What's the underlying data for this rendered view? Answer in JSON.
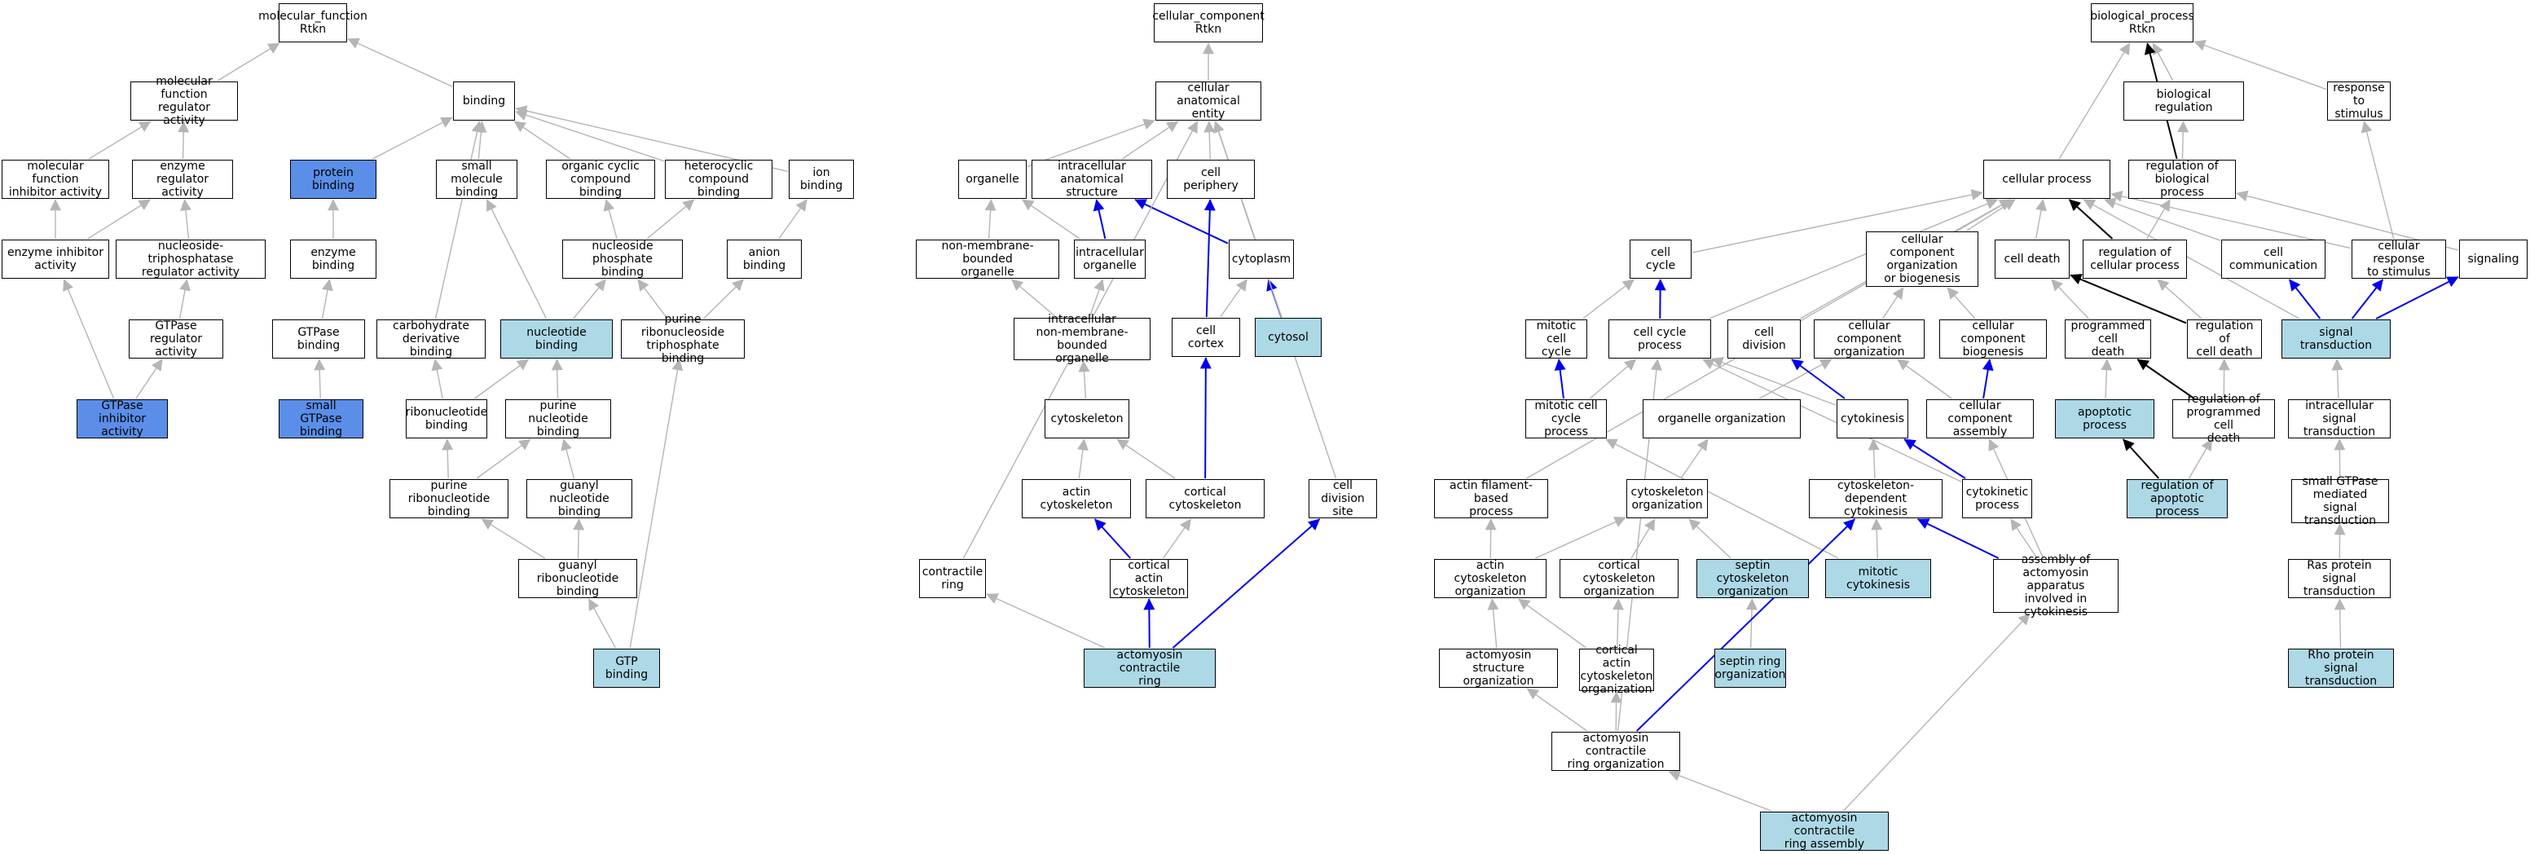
{
  "colors": {
    "default_fill": "#ffffff",
    "highlight_light": "#add8e6",
    "highlight_strong": "#5b8ee8",
    "edge_gray": "#b5b5b5",
    "edge_blue": "#0000ee",
    "edge_black": "#000000"
  },
  "nodes": [
    {
      "id": "mf_root",
      "label": "molecular_function\nRtkn",
      "fill": "white"
    },
    {
      "id": "mf_reg",
      "label": "molecular function\nregulator activity",
      "fill": "white"
    },
    {
      "id": "binding",
      "label": "binding",
      "fill": "white"
    },
    {
      "id": "mf_inhib",
      "label": "molecular function\ninhibitor activity",
      "fill": "white"
    },
    {
      "id": "enz_reg",
      "label": "enzyme regulator\nactivity",
      "fill": "white"
    },
    {
      "id": "prot_bind",
      "label": "protein binding",
      "fill": "strong"
    },
    {
      "id": "small_mol",
      "label": "small molecule\nbinding",
      "fill": "white"
    },
    {
      "id": "org_cyc",
      "label": "organic cyclic\ncompound binding",
      "fill": "white"
    },
    {
      "id": "hetero",
      "label": "heterocyclic\ncompound binding",
      "fill": "white"
    },
    {
      "id": "ion_bind",
      "label": "ion binding",
      "fill": "white"
    },
    {
      "id": "enz_inhib",
      "label": "enzyme inhibitor\nactivity",
      "fill": "white"
    },
    {
      "id": "ntpase_reg",
      "label": "nucleoside-triphosphatase\nregulator activity",
      "fill": "white"
    },
    {
      "id": "enz_bind",
      "label": "enzyme binding",
      "fill": "white"
    },
    {
      "id": "nuc_phos",
      "label": "nucleoside phosphate\nbinding",
      "fill": "white"
    },
    {
      "id": "anion",
      "label": "anion binding",
      "fill": "white"
    },
    {
      "id": "gtpase_reg",
      "label": "GTPase regulator\nactivity",
      "fill": "white"
    },
    {
      "id": "gtpase_bind",
      "label": "GTPase binding",
      "fill": "white"
    },
    {
      "id": "carb",
      "label": "carbohydrate\nderivative binding",
      "fill": "white"
    },
    {
      "id": "nuc_bind",
      "label": "nucleotide binding",
      "fill": "light"
    },
    {
      "id": "pr_ntp",
      "label": "purine ribonucleoside\ntriphosphate\nbinding",
      "fill": "white"
    },
    {
      "id": "gtpase_inhib",
      "label": "GTPase inhibitor\nactivity",
      "fill": "strong"
    },
    {
      "id": "small_gtpase",
      "label": "small GTPase\nbinding",
      "fill": "strong"
    },
    {
      "id": "ribonuc",
      "label": "ribonucleotide\nbinding",
      "fill": "white"
    },
    {
      "id": "purine_nuc",
      "label": "purine nucleotide\nbinding",
      "fill": "white"
    },
    {
      "id": "pr_ribonuc",
      "label": "purine ribonucleotide\nbinding",
      "fill": "white"
    },
    {
      "id": "guanyl_nuc",
      "label": "guanyl nucleotide\nbinding",
      "fill": "white"
    },
    {
      "id": "guanyl_ribo",
      "label": "guanyl ribonucleotide\nbinding",
      "fill": "white"
    },
    {
      "id": "gtp_bind",
      "label": "GTP binding",
      "fill": "light"
    },
    {
      "id": "cc_root",
      "label": "cellular_component\nRtkn",
      "fill": "white"
    },
    {
      "id": "cae",
      "label": "cellular anatomical\nentity",
      "fill": "white"
    },
    {
      "id": "organelle",
      "label": "organelle",
      "fill": "white"
    },
    {
      "id": "ias",
      "label": "intracellular\nanatomical structure",
      "fill": "white"
    },
    {
      "id": "periph",
      "label": "cell periphery",
      "fill": "white"
    },
    {
      "id": "nmbo",
      "label": "non-membrane-bounded\norganelle",
      "fill": "white"
    },
    {
      "id": "intra_org",
      "label": "intracellular\norganelle",
      "fill": "white"
    },
    {
      "id": "cytoplasm",
      "label": "cytoplasm",
      "fill": "white"
    },
    {
      "id": "inmbo",
      "label": "intracellular\nnon-membrane-bounded\norganelle",
      "fill": "white"
    },
    {
      "id": "cell_cortex",
      "label": "cell cortex",
      "fill": "white"
    },
    {
      "id": "cytosol",
      "label": "cytosol",
      "fill": "light"
    },
    {
      "id": "cytoskel",
      "label": "cytoskeleton",
      "fill": "white"
    },
    {
      "id": "actin_cyto",
      "label": "actin cytoskeleton",
      "fill": "white"
    },
    {
      "id": "cort_cyto",
      "label": "cortical cytoskeleton",
      "fill": "white"
    },
    {
      "id": "cds",
      "label": "cell division\nsite",
      "fill": "white"
    },
    {
      "id": "contr_ring",
      "label": "contractile\nring",
      "fill": "white"
    },
    {
      "id": "cort_actin",
      "label": "cortical actin\ncytoskeleton",
      "fill": "white"
    },
    {
      "id": "amr",
      "label": "actomyosin contractile\nring",
      "fill": "light"
    },
    {
      "id": "bp_root",
      "label": "biological_process\nRtkn",
      "fill": "white"
    },
    {
      "id": "bio_reg",
      "label": "biological regulation",
      "fill": "white"
    },
    {
      "id": "resp_stim",
      "label": "response to\nstimulus",
      "fill": "white"
    },
    {
      "id": "cell_proc",
      "label": "cellular process",
      "fill": "white"
    },
    {
      "id": "reg_bp",
      "label": "regulation of\nbiological process",
      "fill": "white"
    },
    {
      "id": "cell_cycle",
      "label": "cell cycle",
      "fill": "white"
    },
    {
      "id": "ccob",
      "label": "cellular component\norganization\nor biogenesis",
      "fill": "white"
    },
    {
      "id": "cell_death",
      "label": "cell death",
      "fill": "white"
    },
    {
      "id": "reg_cp",
      "label": "regulation of\ncellular process",
      "fill": "white"
    },
    {
      "id": "cell_comm",
      "label": "cell communication",
      "fill": "white"
    },
    {
      "id": "cell_resp",
      "label": "cellular response\nto stimulus",
      "fill": "white"
    },
    {
      "id": "signaling",
      "label": "signaling",
      "fill": "white"
    },
    {
      "id": "mcc",
      "label": "mitotic cell\ncycle",
      "fill": "white"
    },
    {
      "id": "ccp",
      "label": "cell cycle process",
      "fill": "white"
    },
    {
      "id": "cell_div",
      "label": "cell division",
      "fill": "white"
    },
    {
      "id": "cco",
      "label": "cellular component\norganization",
      "fill": "white"
    },
    {
      "id": "ccb",
      "label": "cellular component\nbiogenesis",
      "fill": "white"
    },
    {
      "id": "pcd",
      "label": "programmed cell\ndeath",
      "fill": "white"
    },
    {
      "id": "reg_cd",
      "label": "regulation of\ncell death",
      "fill": "white"
    },
    {
      "id": "sig_trans",
      "label": "signal transduction",
      "fill": "light"
    },
    {
      "id": "mccp",
      "label": "mitotic cell\ncycle process",
      "fill": "white"
    },
    {
      "id": "org_org",
      "label": "organelle organization",
      "fill": "white"
    },
    {
      "id": "cytokinesis",
      "label": "cytokinesis",
      "fill": "white"
    },
    {
      "id": "cca",
      "label": "cellular component\nassembly",
      "fill": "white"
    },
    {
      "id": "apop",
      "label": "apoptotic process",
      "fill": "light"
    },
    {
      "id": "reg_pcd",
      "label": "regulation of\nprogrammed cell\ndeath",
      "fill": "white"
    },
    {
      "id": "ist",
      "label": "intracellular\nsignal transduction",
      "fill": "white"
    },
    {
      "id": "afbp",
      "label": "actin filament-based\nprocess",
      "fill": "white"
    },
    {
      "id": "cyto_org",
      "label": "cytoskeleton\norganization",
      "fill": "white"
    },
    {
      "id": "cdc",
      "label": "cytoskeleton-dependent\ncytokinesis",
      "fill": "white"
    },
    {
      "id": "cytok_proc",
      "label": "cytokinetic\nprocess",
      "fill": "white"
    },
    {
      "id": "reg_apop",
      "label": "regulation of\napoptotic process",
      "fill": "light"
    },
    {
      "id": "sgtpase",
      "label": "small GTPase\nmediated signal\ntransduction",
      "fill": "white"
    },
    {
      "id": "aco",
      "label": "actin cytoskeleton\norganization",
      "fill": "white"
    },
    {
      "id": "cco2",
      "label": "cortical cytoskeleton\norganization",
      "fill": "white"
    },
    {
      "id": "septin_org",
      "label": "septin cytoskeleton\norganization",
      "fill": "light"
    },
    {
      "id": "mito_cytok",
      "label": "mitotic cytokinesis",
      "fill": "light"
    },
    {
      "id": "aaa",
      "label": "assembly of\nactomyosin apparatus\ninvolved in\ncytokinesis",
      "fill": "white"
    },
    {
      "id": "ras",
      "label": "Ras protein\nsignal transduction",
      "fill": "white"
    },
    {
      "id": "aso",
      "label": "actomyosin structure\norganization",
      "fill": "white"
    },
    {
      "id": "caco",
      "label": "cortical actin\ncytoskeleton\norganization",
      "fill": "white"
    },
    {
      "id": "septin_ring",
      "label": "septin ring\norganization",
      "fill": "light"
    },
    {
      "id": "rho",
      "label": "Rho protein\nsignal transduction",
      "fill": "light"
    },
    {
      "id": "amro",
      "label": "actomyosin contractile\nring organization",
      "fill": "white"
    },
    {
      "id": "amra",
      "label": "actomyosin contractile\nring assembly",
      "fill": "light"
    }
  ],
  "edges": [
    [
      "mf_reg",
      "mf_root",
      "gray"
    ],
    [
      "binding",
      "mf_root",
      "gray"
    ],
    [
      "mf_inhib",
      "mf_reg",
      "gray"
    ],
    [
      "enz_reg",
      "mf_reg",
      "gray"
    ],
    [
      "prot_bind",
      "binding",
      "gray"
    ],
    [
      "small_mol",
      "binding",
      "gray"
    ],
    [
      "org_cyc",
      "binding",
      "gray"
    ],
    [
      "hetero",
      "binding",
      "gray"
    ],
    [
      "ion_bind",
      "binding",
      "gray"
    ],
    [
      "enz_inhib",
      "mf_inhib",
      "gray"
    ],
    [
      "enz_inhib",
      "enz_reg",
      "gray"
    ],
    [
      "ntpase_reg",
      "enz_reg",
      "gray"
    ],
    [
      "enz_bind",
      "prot_bind",
      "gray"
    ],
    [
      "nuc_phos",
      "org_cyc",
      "gray"
    ],
    [
      "nuc_phos",
      "hetero",
      "gray"
    ],
    [
      "anion",
      "ion_bind",
      "gray"
    ],
    [
      "gtpase_reg",
      "ntpase_reg",
      "gray"
    ],
    [
      "gtpase_bind",
      "enz_bind",
      "gray"
    ],
    [
      "carb",
      "binding",
      "gray"
    ],
    [
      "nuc_bind",
      "small_mol",
      "gray"
    ],
    [
      "nuc_bind",
      "nuc_phos",
      "gray"
    ],
    [
      "pr_ntp",
      "nuc_phos",
      "gray"
    ],
    [
      "pr_ntp",
      "anion",
      "gray"
    ],
    [
      "gtpase_inhib",
      "enz_inhib",
      "gray"
    ],
    [
      "gtpase_inhib",
      "gtpase_reg",
      "gray"
    ],
    [
      "small_gtpase",
      "gtpase_bind",
      "gray"
    ],
    [
      "ribonuc",
      "carb",
      "gray"
    ],
    [
      "ribonuc",
      "nuc_bind",
      "gray"
    ],
    [
      "purine_nuc",
      "nuc_bind",
      "gray"
    ],
    [
      "pr_ribonuc",
      "ribonuc",
      "gray"
    ],
    [
      "pr_ribonuc",
      "purine_nuc",
      "gray"
    ],
    [
      "guanyl_nuc",
      "purine_nuc",
      "gray"
    ],
    [
      "guanyl_ribo",
      "pr_ribonuc",
      "gray"
    ],
    [
      "guanyl_ribo",
      "guanyl_nuc",
      "gray"
    ],
    [
      "gtp_bind",
      "guanyl_ribo",
      "gray"
    ],
    [
      "gtp_bind",
      "pr_ntp",
      "gray"
    ],
    [
      "cae",
      "cc_root",
      "gray"
    ],
    [
      "organelle",
      "cae",
      "gray"
    ],
    [
      "ias",
      "cae",
      "gray"
    ],
    [
      "periph",
      "cae",
      "gray"
    ],
    [
      "nmbo",
      "organelle",
      "gray"
    ],
    [
      "intra_org",
      "organelle",
      "gray"
    ],
    [
      "intra_org",
      "ias",
      "blue"
    ],
    [
      "cytoplasm",
      "ias",
      "blue"
    ],
    [
      "cytoplasm",
      "cae",
      "gray"
    ],
    [
      "inmbo",
      "nmbo",
      "gray"
    ],
    [
      "inmbo",
      "intra_org",
      "gray"
    ],
    [
      "cell_cortex",
      "periph",
      "blue"
    ],
    [
      "cell_cortex",
      "cytoplasm",
      "gray"
    ],
    [
      "cytosol",
      "cytoplasm",
      "blue"
    ],
    [
      "cytosol",
      "cae",
      "gray"
    ],
    [
      "cytoskel",
      "inmbo",
      "gray"
    ],
    [
      "actin_cyto",
      "cytoskel",
      "gray"
    ],
    [
      "cort_cyto",
      "cytoskel",
      "gray"
    ],
    [
      "cort_cyto",
      "cell_cortex",
      "blue"
    ],
    [
      "cds",
      "cae",
      "gray"
    ],
    [
      "contr_ring",
      "cae",
      "gray"
    ],
    [
      "cort_actin",
      "actin_cyto",
      "blue"
    ],
    [
      "cort_actin",
      "cort_cyto",
      "gray"
    ],
    [
      "amr",
      "cort_actin",
      "blue"
    ],
    [
      "amr",
      "cds",
      "blue"
    ],
    [
      "amr",
      "contr_ring",
      "gray"
    ],
    [
      "bio_reg",
      "bp_root",
      "gray"
    ],
    [
      "resp_stim",
      "bp_root",
      "gray"
    ],
    [
      "cell_proc",
      "bp_root",
      "gray"
    ],
    [
      "reg_bp",
      "bp_root",
      "black"
    ],
    [
      "reg_bp",
      "bio_reg",
      "gray"
    ],
    [
      "cell_cycle",
      "cell_proc",
      "gray"
    ],
    [
      "ccob",
      "cell_proc",
      "gray"
    ],
    [
      "cell_death",
      "cell_proc",
      "gray"
    ],
    [
      "reg_cp",
      "cell_proc",
      "black"
    ],
    [
      "reg_cp",
      "reg_bp",
      "gray"
    ],
    [
      "cell_comm",
      "cell_proc",
      "gray"
    ],
    [
      "cell_resp",
      "resp_stim",
      "gray"
    ],
    [
      "cell_resp",
      "cell_proc",
      "gray"
    ],
    [
      "signaling",
      "reg_bp",
      "gray"
    ],
    [
      "mcc",
      "cell_cycle",
      "gray"
    ],
    [
      "ccp",
      "cell_cycle",
      "blue"
    ],
    [
      "ccp",
      "cell_proc",
      "gray"
    ],
    [
      "cell_div",
      "cell_proc",
      "gray"
    ],
    [
      "cco",
      "ccob",
      "gray"
    ],
    [
      "ccb",
      "ccob",
      "gray"
    ],
    [
      "pcd",
      "cell_death",
      "gray"
    ],
    [
      "reg_cd",
      "cell_death",
      "black"
    ],
    [
      "reg_cd",
      "reg_cp",
      "gray"
    ],
    [
      "sig_trans",
      "cell_comm",
      "blue"
    ],
    [
      "sig_trans",
      "cell_resp",
      "blue"
    ],
    [
      "sig_trans",
      "signaling",
      "blue"
    ],
    [
      "sig_trans",
      "cell_proc",
      "gray"
    ],
    [
      "mccp",
      "mcc",
      "blue"
    ],
    [
      "mccp",
      "ccp",
      "gray"
    ],
    [
      "org_org",
      "cco",
      "gray"
    ],
    [
      "cytokinesis",
      "cell_div",
      "blue"
    ],
    [
      "cytokinesis",
      "ccp",
      "gray"
    ],
    [
      "cca",
      "ccb",
      "blue"
    ],
    [
      "cca",
      "cco",
      "gray"
    ],
    [
      "apop",
      "pcd",
      "gray"
    ],
    [
      "reg_pcd",
      "pcd",
      "black"
    ],
    [
      "reg_pcd",
      "reg_cd",
      "gray"
    ],
    [
      "ist",
      "sig_trans",
      "gray"
    ],
    [
      "afbp",
      "cell_proc",
      "gray"
    ],
    [
      "cyto_org",
      "org_org",
      "gray"
    ],
    [
      "cdc",
      "cytokinesis",
      "gray"
    ],
    [
      "cytok_proc",
      "cytokinesis",
      "blue"
    ],
    [
      "cytok_proc",
      "ccp",
      "gray"
    ],
    [
      "reg_apop",
      "apop",
      "black"
    ],
    [
      "reg_apop",
      "reg_pcd",
      "gray"
    ],
    [
      "sgtpase",
      "ist",
      "gray"
    ],
    [
      "aco",
      "cyto_org",
      "gray"
    ],
    [
      "aco",
      "afbp",
      "gray"
    ],
    [
      "cco2",
      "cyto_org",
      "gray"
    ],
    [
      "septin_org",
      "cyto_org",
      "gray"
    ],
    [
      "mito_cytok",
      "cdc",
      "gray"
    ],
    [
      "mito_cytok",
      "mccp",
      "gray"
    ],
    [
      "aaa",
      "cdc",
      "blue"
    ],
    [
      "aaa",
      "cytok_proc",
      "gray"
    ],
    [
      "aaa",
      "cca",
      "gray"
    ],
    [
      "ras",
      "sgtpase",
      "gray"
    ],
    [
      "aso",
      "aco",
      "gray"
    ],
    [
      "caco",
      "cco2",
      "gray"
    ],
    [
      "caco",
      "aco",
      "gray"
    ],
    [
      "septin_ring",
      "septin_org",
      "gray"
    ],
    [
      "rho",
      "ras",
      "gray"
    ],
    [
      "amro",
      "aso",
      "gray"
    ],
    [
      "amro",
      "caco",
      "gray"
    ],
    [
      "amro",
      "cdc",
      "blue"
    ],
    [
      "amro",
      "ccp",
      "gray"
    ],
    [
      "amra",
      "amro",
      "gray"
    ],
    [
      "amra",
      "aaa",
      "gray"
    ]
  ]
}
